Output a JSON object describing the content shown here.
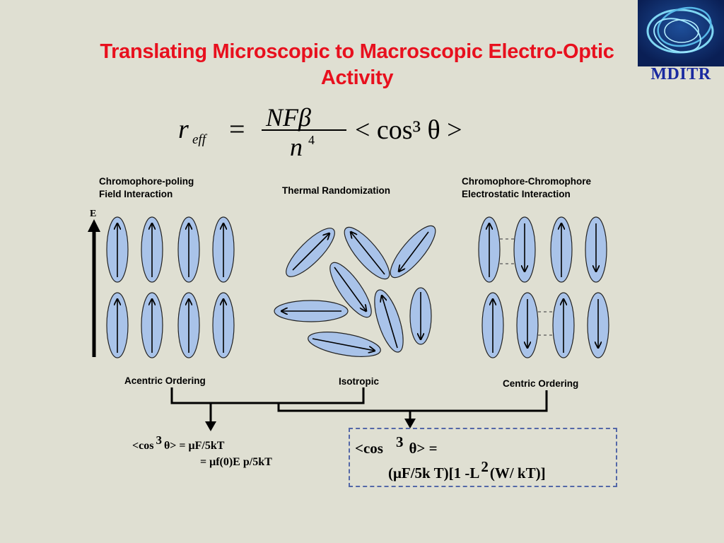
{
  "title": "Translating Microscopic to Macroscopic Electro-Optic Activity",
  "logo": {
    "text": "MDITR",
    "icon": "rings-logo-icon"
  },
  "formula": {
    "lhs": "r",
    "lhs_sub": "eff",
    "numerator": "NFβ",
    "denominator": "n",
    "den_exp": "4",
    "rhs": "< cos³ θ >"
  },
  "columns": {
    "left": {
      "heading_1": "Chromophore-poling",
      "heading_2": "Field Interaction",
      "caption": "Acentric Ordering",
      "field_label": "E"
    },
    "middle": {
      "heading": "Thermal Randomization",
      "caption": "Isotropic"
    },
    "right": {
      "heading_1": "Chromophore-Chromophore",
      "heading_2": "Electrostatic Interaction",
      "caption": "Centric Ordering"
    }
  },
  "equations": {
    "left_line1_a": "<cos",
    "left_line1_sup": "3",
    "left_line1_b": "θ>   =   μF/5kT",
    "left_line2": "=   μf(0)E  p/5kT",
    "right_line1_a": "<cos",
    "right_line1_sup": "3",
    "right_line1_b": "θ>     =",
    "right_line2_a": "(μF/5k  T)[1 -L",
    "right_line2_sup": "2",
    "right_line2_b": "(W/ kT)]"
  },
  "colors": {
    "title": "#e8101e",
    "ellipse_fill": "#a9c3e9",
    "background": "#dfdfd2",
    "logo_text": "#1a2aa0",
    "dashed_border": "#5468a8"
  }
}
